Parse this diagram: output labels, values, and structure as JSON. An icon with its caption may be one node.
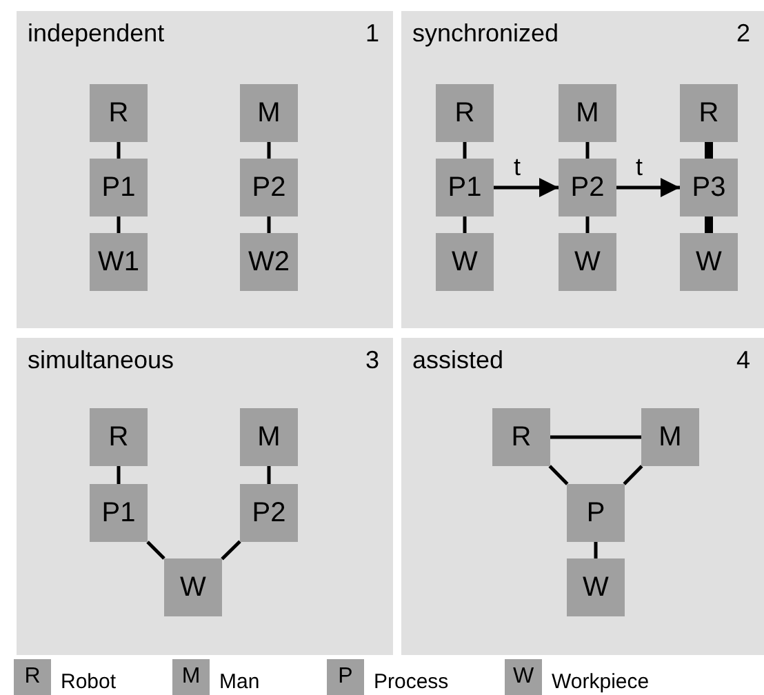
{
  "diagram": {
    "nodes": [
      {
        "text": [
          "independent",
          "1"
        ]
      },
      {
        "text": [
          "R"
        ],
        "in": 0
      },
      {
        "text": [
          "P1"
        ],
        "in": 0
      },
      {
        "text": [
          "W1"
        ],
        "in": 0
      },
      {
        "text": [
          "M"
        ],
        "in": 0
      },
      {
        "text": [
          "P2"
        ],
        "in": 0
      },
      {
        "text": [
          "W2"
        ],
        "in": 0
      },
      {
        "text": [
          "synchronized",
          "2"
        ]
      },
      {
        "text": [
          "R"
        ],
        "in": 7
      },
      {
        "text": [
          "P1"
        ],
        "in": 7
      },
      {
        "text": [
          "W"
        ],
        "in": 7
      },
      {
        "text": [
          "M"
        ],
        "in": 7
      },
      {
        "text": [
          "P2"
        ],
        "in": 7
      },
      {
        "text": [
          "W"
        ],
        "in": 7
      },
      {
        "text": [
          "R"
        ],
        "in": 7
      },
      {
        "text": [
          "P3"
        ],
        "in": 7
      },
      {
        "text": [
          "W"
        ],
        "in": 7
      },
      {
        "text": [
          "simultaneous",
          "3"
        ]
      },
      {
        "text": [
          "R"
        ],
        "in": 17
      },
      {
        "text": [
          "M"
        ],
        "in": 17
      },
      {
        "text": [
          "P1"
        ],
        "in": 17
      },
      {
        "text": [
          "P2"
        ],
        "in": 17
      },
      {
        "text": [
          "W"
        ],
        "in": 17
      },
      {
        "text": [
          "assisted",
          "4"
        ]
      },
      {
        "text": [
          "R"
        ],
        "in": 23
      },
      {
        "text": [
          "M"
        ],
        "in": 23
      },
      {
        "text": [
          "P"
        ],
        "in": 23
      },
      {
        "text": [
          "W"
        ],
        "in": 23
      }
    ],
    "edges": [
      {
        "from": 1,
        "to": 2,
        "arrow": "none"
      },
      {
        "from": 2,
        "to": 3,
        "arrow": "none"
      },
      {
        "from": 4,
        "to": 5,
        "arrow": "none"
      },
      {
        "from": 5,
        "to": 6,
        "arrow": "none"
      },
      {
        "from": 8,
        "to": 9,
        "arrow": "none"
      },
      {
        "from": 9,
        "to": 10,
        "arrow": "none"
      },
      {
        "from": 11,
        "to": 12,
        "arrow": "none"
      },
      {
        "from": 12,
        "to": 13,
        "arrow": "none"
      },
      {
        "from": 14,
        "to": 15,
        "arrow": "none",
        "style": "thick"
      },
      {
        "from": 15,
        "to": 16,
        "arrow": "none",
        "style": "thick"
      },
      {
        "from": 9,
        "to": 12,
        "arrow": "to",
        "label": "t"
      },
      {
        "from": 12,
        "to": 15,
        "arrow": "to",
        "label": "t"
      },
      {
        "from": 18,
        "to": 20,
        "arrow": "none"
      },
      {
        "from": 19,
        "to": 21,
        "arrow": "none"
      },
      {
        "from": 20,
        "to": 22,
        "arrow": "none"
      },
      {
        "from": 21,
        "to": 22,
        "arrow": "none"
      },
      {
        "from": 24,
        "to": 25,
        "arrow": "none"
      },
      {
        "from": 24,
        "to": 26,
        "arrow": "none"
      },
      {
        "from": 25,
        "to": 26,
        "arrow": "none"
      },
      {
        "from": 26,
        "to": 27,
        "arrow": "none"
      }
    ],
    "labels": [
      "R",
      "M",
      "P",
      "W"
    ],
    "legend": [
      {
        "text": "Robot",
        "color": "#a0a0a0"
      },
      {
        "text": "Man",
        "color": "#a0a0a0"
      },
      {
        "text": "Process",
        "color": "#a0a0a0"
      },
      {
        "text": "Workpiece",
        "color": "#a0a0a0"
      }
    ]
  }
}
